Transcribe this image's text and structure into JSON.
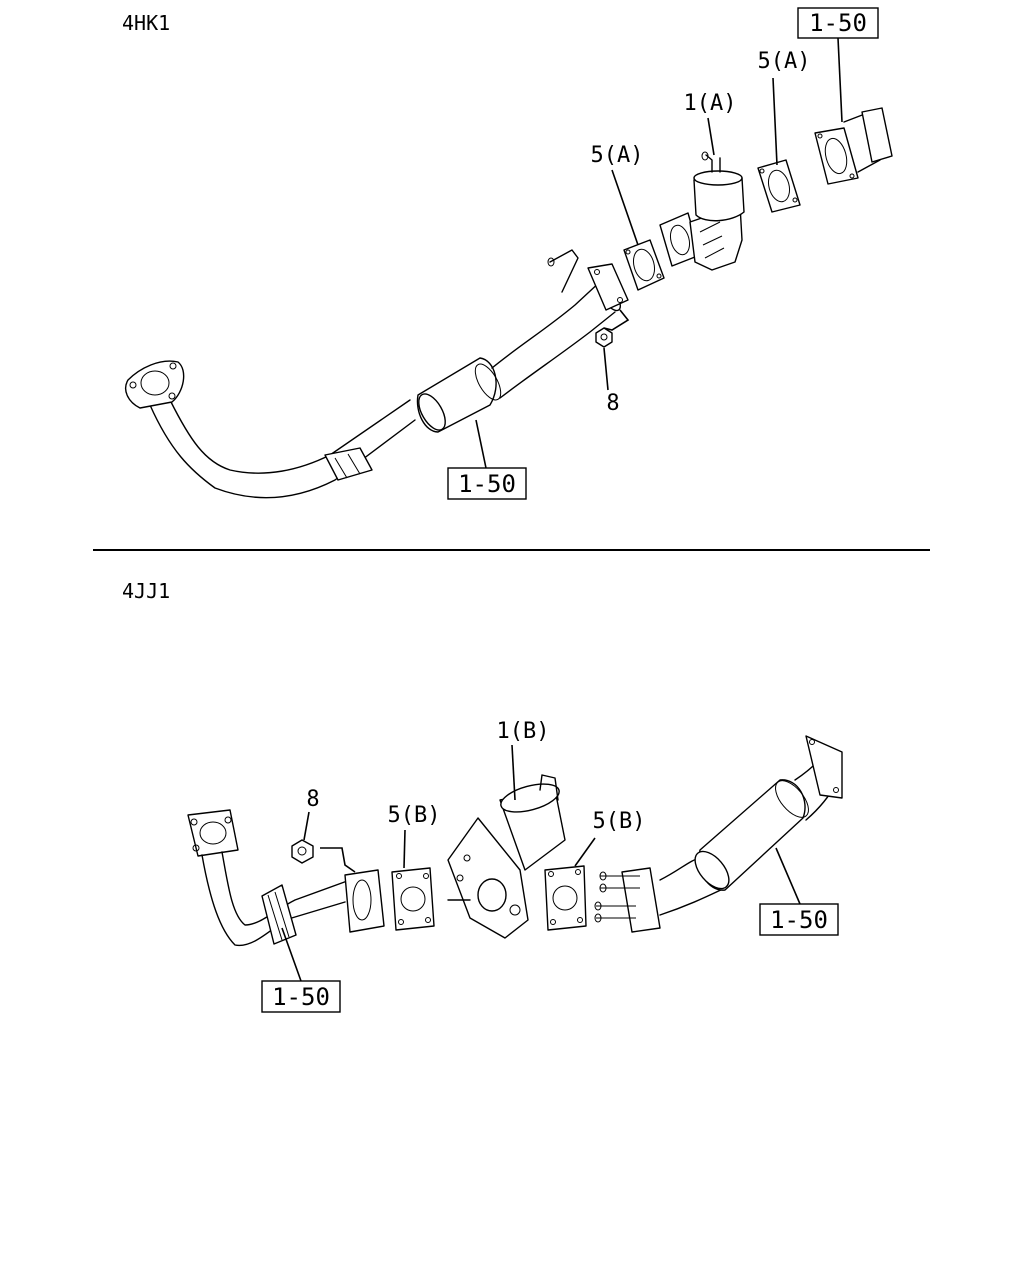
{
  "sections": {
    "top": {
      "engine_code": "4HK1"
    },
    "bottom": {
      "engine_code": "4JJ1"
    }
  },
  "callouts": {
    "top_ref_upper": "1-50",
    "top_ref_lower": "1-50",
    "top_gasket_right": "5(A)",
    "top_valve": "1(A)",
    "top_gasket_left": "5(A)",
    "top_nut": "8",
    "bottom_valve": "1(B)",
    "bottom_nut": "8",
    "bottom_gasket_left": "5(B)",
    "bottom_gasket_right": "5(B)",
    "bottom_ref_right": "1-50",
    "bottom_ref_left": "1-50"
  }
}
